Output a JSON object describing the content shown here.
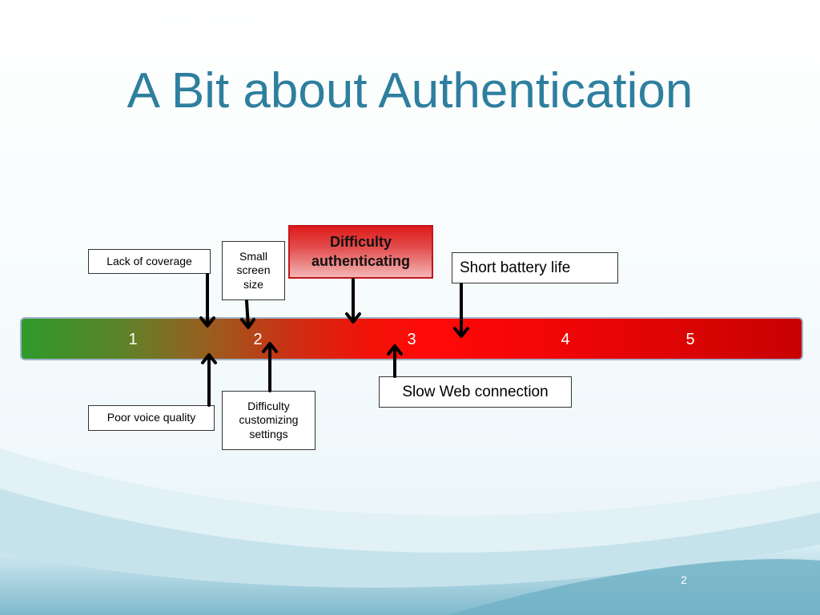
{
  "slide": {
    "title": "A Bit about Authentication",
    "page_number": "2"
  },
  "scale": {
    "ticks": [
      "1",
      "2",
      "3",
      "4",
      "5"
    ],
    "gradient_colors": [
      "#2f9a2c",
      "#9a5e1f",
      "#ff0a08",
      "#c80202"
    ]
  },
  "issues_above": {
    "lack_of_coverage": "Lack of coverage",
    "small_screen_size": "Small\nscreen\nsize",
    "difficulty_authenticating": "Difficulty\nauthenticating",
    "short_battery_life": "Short battery life"
  },
  "issues_below": {
    "poor_voice_quality": "Poor voice quality",
    "difficulty_customizing_settings": "Difficulty\ncustomizing\nsettings",
    "slow_web_connection": "Slow Web connection"
  },
  "colors": {
    "title": "#2e7f9e",
    "highlight_border": "#c0171c",
    "arrow": "#000000"
  }
}
